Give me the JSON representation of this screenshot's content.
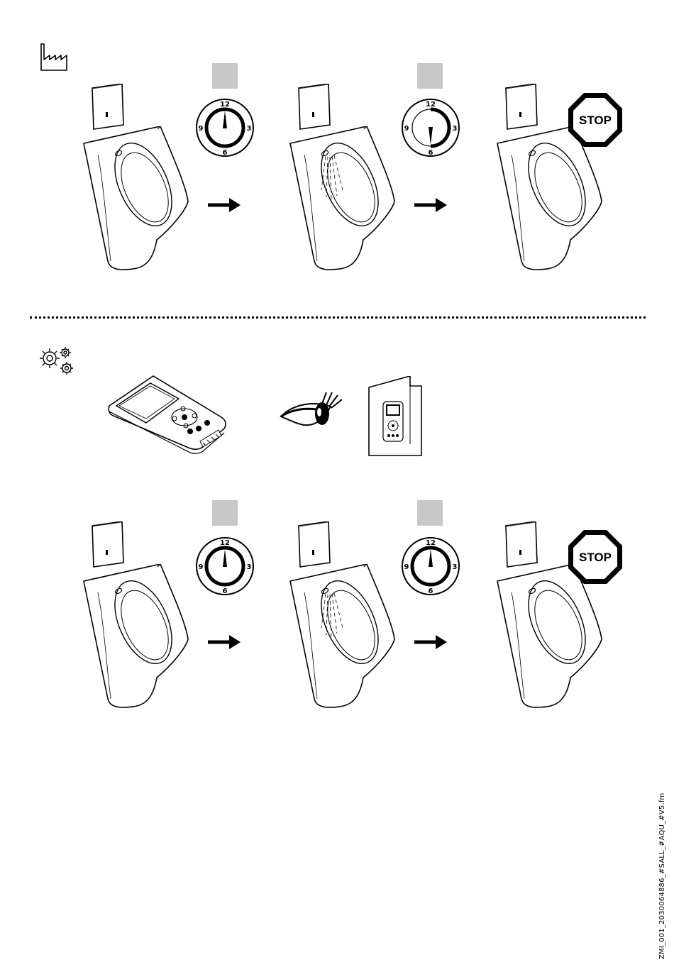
{
  "clock": {
    "n12": "12",
    "n3": "3",
    "n6": "6",
    "n9": "9"
  },
  "stop_label": "STOP",
  "footer_code": "ZMI_001_2030064886_#SALL_#AQU_#V5.fm",
  "icons": {
    "factory": "factory-icon",
    "settings": "gears-icon",
    "remote": "remote-control-icon",
    "eye": "eye-icon",
    "manual": "manual-booklet-icon",
    "arrow": "arrow-right-icon",
    "stop": "stop-sign-icon",
    "urinal": "urinal-icon",
    "sensor": "sensor-plate-icon",
    "clock": "timer-icon"
  },
  "colors": {
    "line": "#000000",
    "indicator_box": "#c8c8c8",
    "background": "#ffffff"
  }
}
